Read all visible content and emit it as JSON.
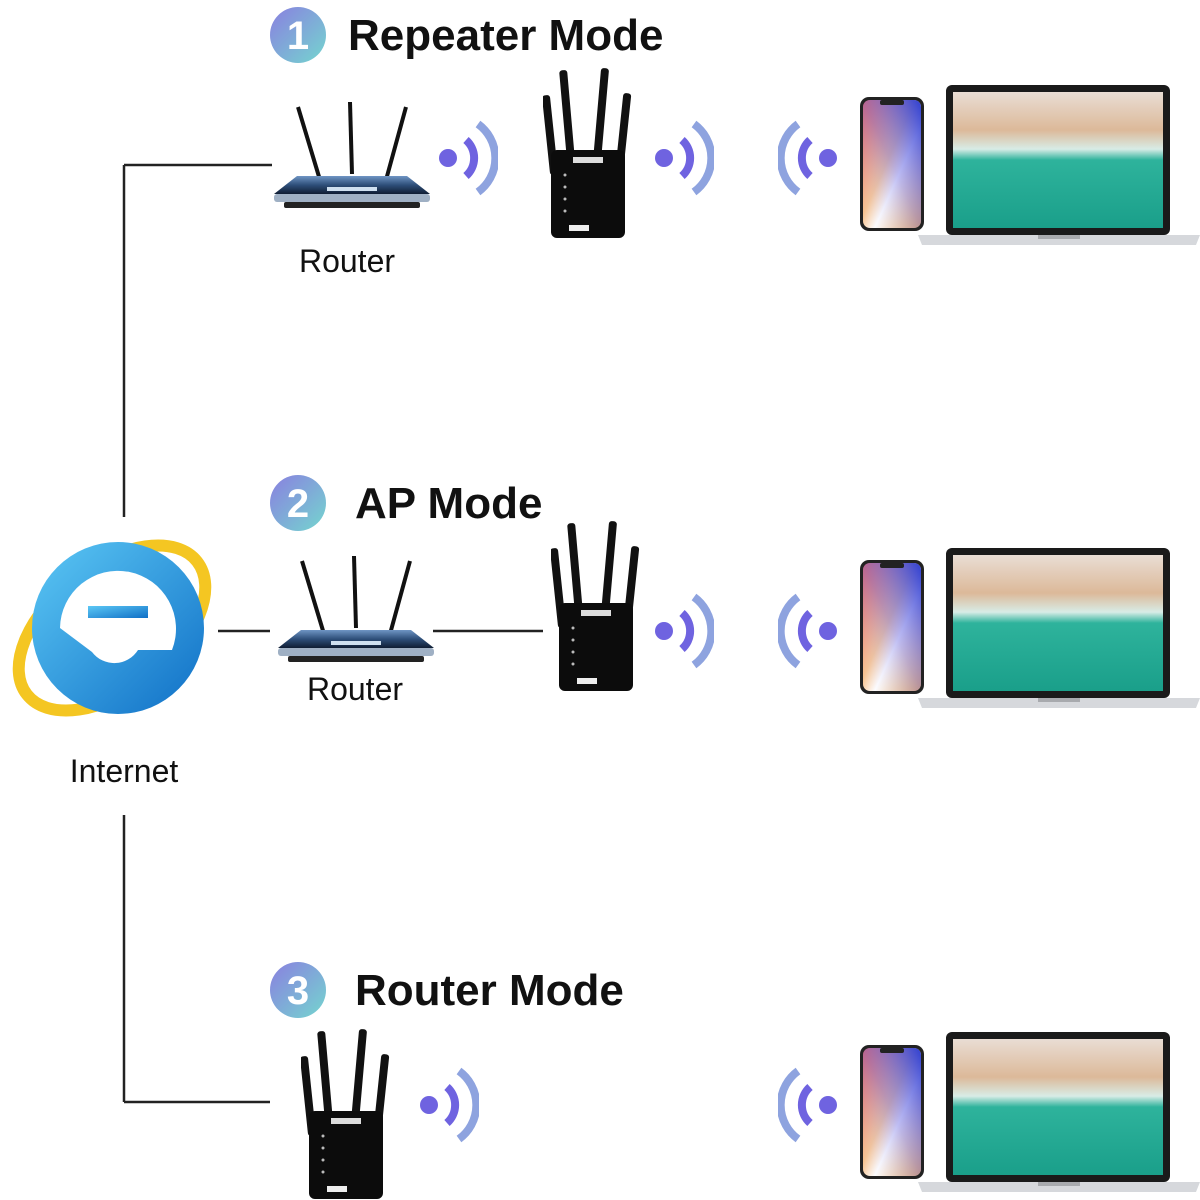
{
  "modes": [
    {
      "number": "1",
      "title": "Repeater Mode",
      "router_label": "Router"
    },
    {
      "number": "2",
      "title": "AP Mode",
      "router_label": "Router"
    },
    {
      "number": "3",
      "title": "Router Mode"
    }
  ],
  "internet": {
    "label": "Internet",
    "icon": "internet-explorer-logo"
  },
  "colors": {
    "badge_start": "#8a7fe0",
    "badge_end": "#6fd3d0",
    "signal": "#7b86dc",
    "signal_dot": "#6f63e0",
    "ie_blue": "#1e9be0",
    "ie_ring": "#f4c622"
  }
}
